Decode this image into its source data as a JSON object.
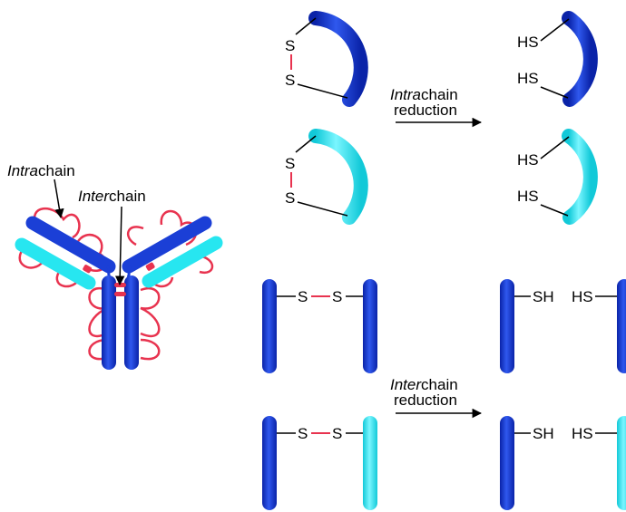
{
  "labels": {
    "intra_prefix": "Intra",
    "inter_prefix": "Inter",
    "chain_suffix": "chain",
    "reduction": "reduction",
    "s": "S",
    "hs": "HS",
    "sh": "SH"
  },
  "colors": {
    "heavy_chain": "#1b3fd6",
    "light_chain": "#27e6f0",
    "disulfide_bond": "#e8334f",
    "loop": "#e8334f",
    "line": "#000000"
  }
}
